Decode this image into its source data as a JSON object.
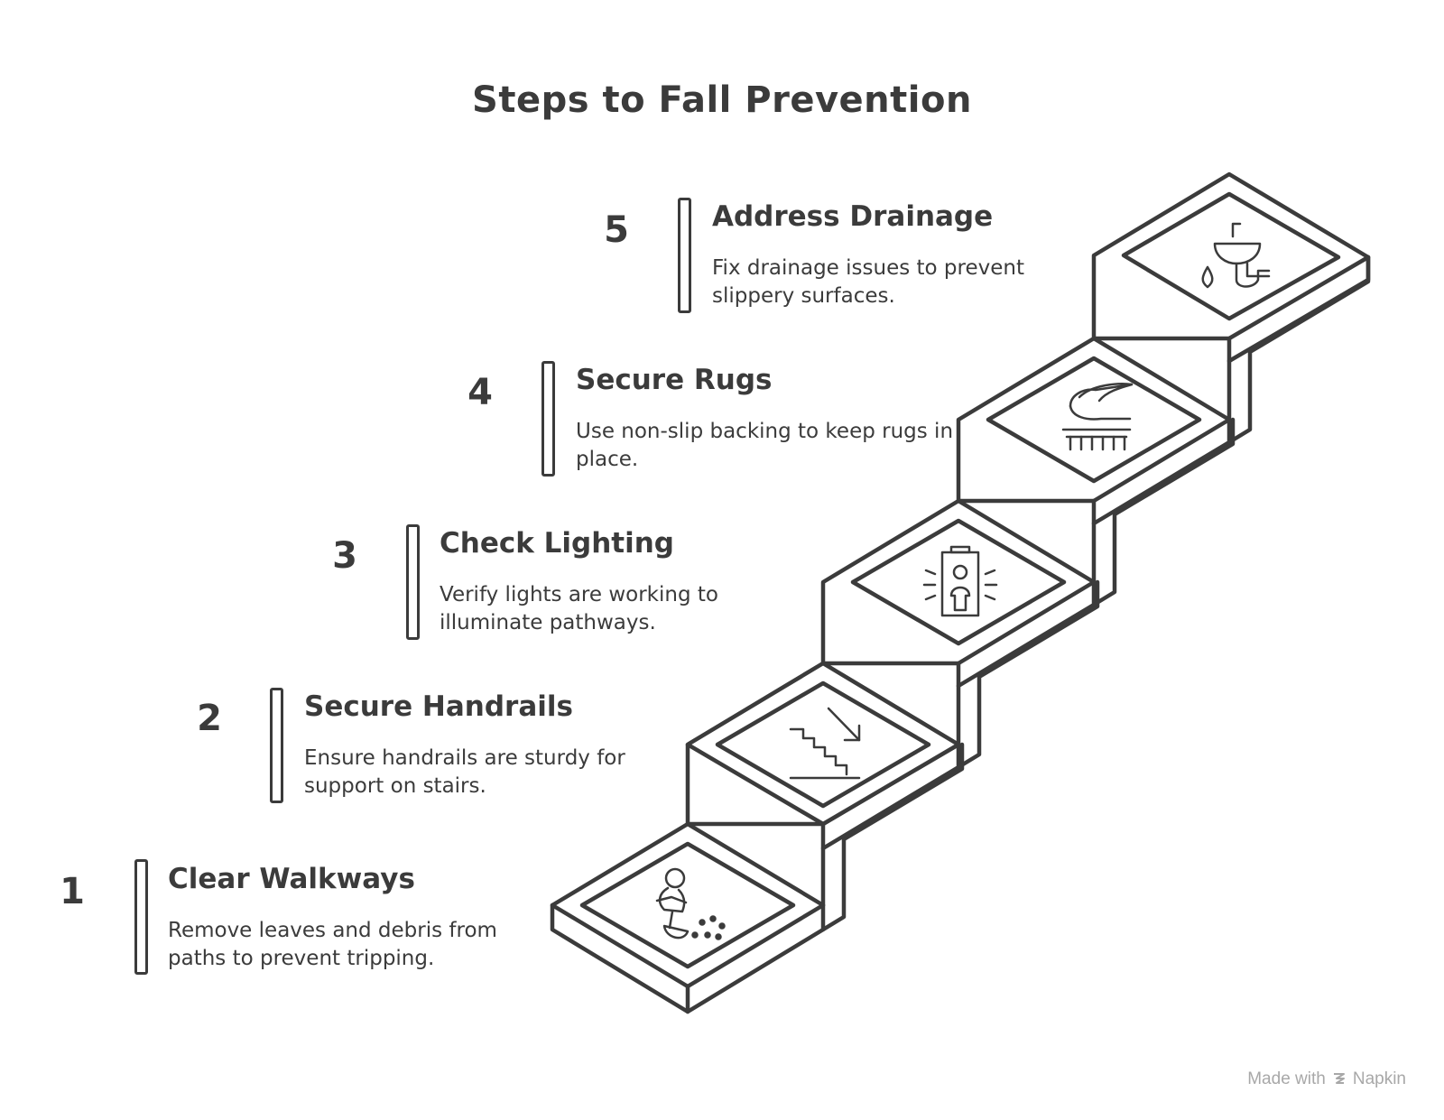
{
  "title": "Steps to Fall Prevention",
  "steps": [
    {
      "number": "1",
      "title": "Clear Walkways",
      "description": "Remove leaves and debris from paths to prevent tripping.",
      "icon": "sweeping-person-icon"
    },
    {
      "number": "2",
      "title": "Secure Handrails",
      "description": "Ensure handrails are sturdy for support on stairs.",
      "icon": "stairs-down-icon"
    },
    {
      "number": "3",
      "title": "Check Lighting",
      "description": "Verify lights are working to illuminate pathways.",
      "icon": "lit-booth-icon"
    },
    {
      "number": "4",
      "title": "Secure Rugs",
      "description": "Use non-slip backing to keep rugs in place.",
      "icon": "rug-icon"
    },
    {
      "number": "5",
      "title": "Address Drainage",
      "description": "Fix drainage issues to prevent slippery surfaces.",
      "icon": "sink-drain-icon"
    }
  ],
  "footer": {
    "made_with": "Made with",
    "brand": "Napkin"
  }
}
